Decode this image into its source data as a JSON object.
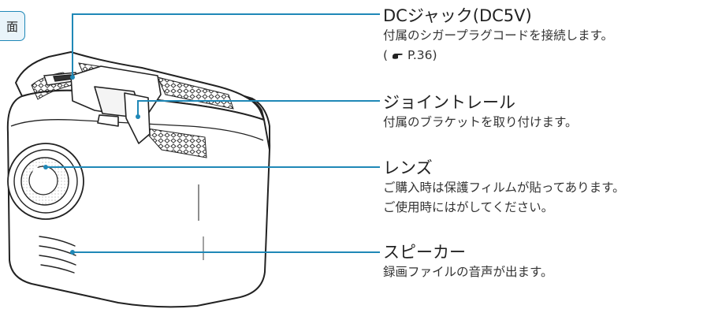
{
  "side_tab": {
    "label": "面"
  },
  "callouts": [
    {
      "title": "DCジャック(DC5V)",
      "desc_lines": [
        "付属のシガープラグコードを接続します。"
      ],
      "ref": {
        "open": "(",
        "page": "P.36)"
      }
    },
    {
      "title": "ジョイントレール",
      "desc_lines": [
        "付属のブラケットを取り付けます。"
      ]
    },
    {
      "title": "レンズ",
      "desc_lines": [
        "ご購入時は保護フィルムが貼ってあります。",
        "ご使用時にはがしてください。"
      ]
    },
    {
      "title": "スピーカー",
      "desc_lines": [
        "録画ファイルの音声が出ます。"
      ]
    }
  ],
  "colors": {
    "leader": "#1f88b7",
    "tab_border": "#1f88b7",
    "tab_fill": "#e9f4fa",
    "outline": "#222222"
  },
  "icons": {
    "ref": "pointing-hand-icon"
  }
}
